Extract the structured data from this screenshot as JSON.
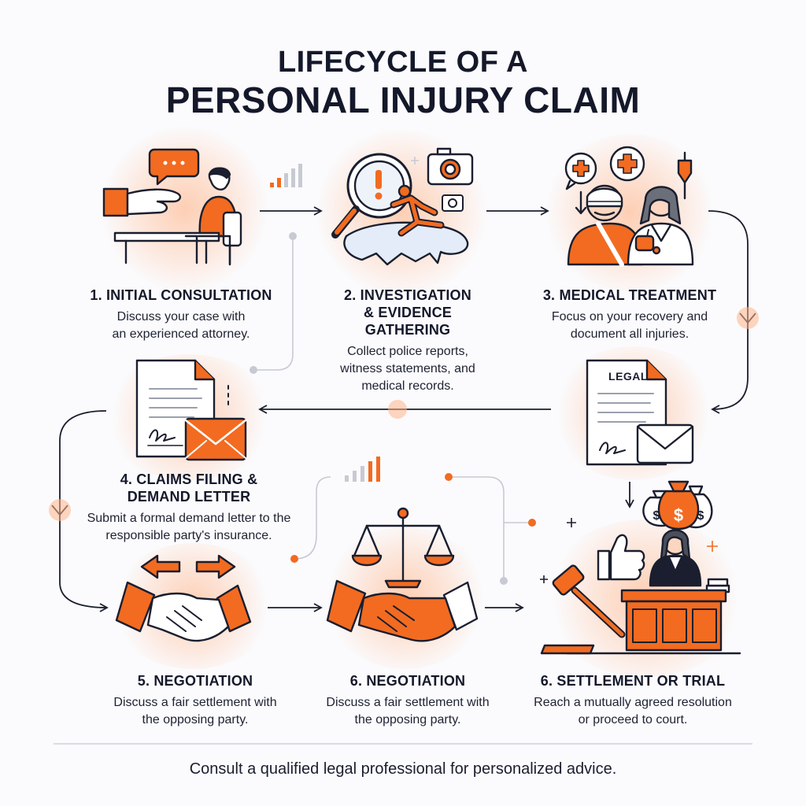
{
  "title": {
    "line1": "LIFECYCLE OF A",
    "line2": "PERSONAL INJURY CLAIM"
  },
  "steps": [
    {
      "title": "1. INITIAL CONSULTATION",
      "desc": "Discuss your case with an experienced attorney."
    },
    {
      "title": "2. INVESTIGATION & EVIDENCE GATHERING",
      "desc": "Collect police reports, witness statements, and medical records."
    },
    {
      "title": "3. MEDICAL TREATMENT",
      "desc": "Focus on your recovery and document all injuries."
    },
    {
      "title": "4. CLAIMS FILING & DEMAND LETTER",
      "desc": "Submit a formal demand letter to the responsible party's insurance."
    },
    {
      "title": "5. NEGOTIATION",
      "desc": "Discuss a fair settlement with the opposing party."
    },
    {
      "title": "6. NEGOTIATION",
      "desc": "Discuss a fair settlement with the opposing party."
    },
    {
      "title": "6. SETTLEMENT OR TRIAL",
      "desc": "Reach a mutually agreed resolution or proceed to court."
    }
  ],
  "document_labels": {
    "legal": "LEGAL"
  },
  "footer": "Consult a qualified legal professional for personalized advice.",
  "icons": [
    "chat-bubble-icon",
    "handshake-offer-icon",
    "attorney-desk-icon",
    "magnifier-icon",
    "camera-icon",
    "slip-fall-icon",
    "medical-cross-icon",
    "injured-patient-icon",
    "doctor-icon",
    "iv-drip-icon",
    "signed-document-icon",
    "envelope-icon",
    "legal-document-icon",
    "money-bags-icon",
    "handshake-icon",
    "double-arrow-icon",
    "scales-of-justice-icon",
    "gavel-icon",
    "thumbs-up-icon",
    "judge-bench-icon"
  ],
  "colors": {
    "accent": "#f26b21",
    "ink": "#1a1e2e",
    "connector": "#c7cad3"
  }
}
